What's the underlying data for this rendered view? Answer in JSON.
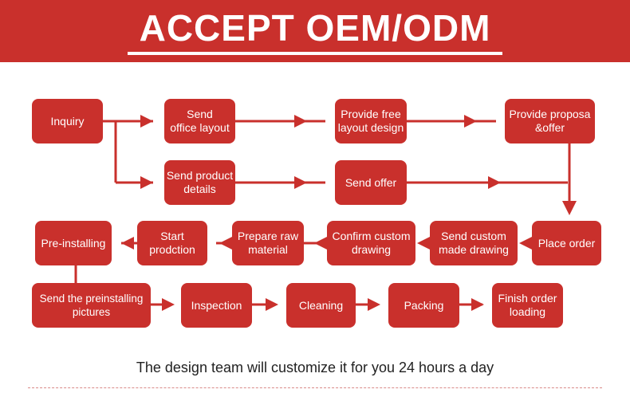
{
  "title": "ACCEPT OEM/ODM",
  "steps": {
    "inquiry": "Inquiry",
    "send_office_layout": "Send\noffice layout",
    "provide_free_layout": "Provide free\nlayout design",
    "provide_proposal": "Provide proposa\n&offer",
    "send_product_details": "Send product\ndetails",
    "send_offer": "Send offer",
    "place_order": "Place order",
    "send_custom_drawing": "Send custom\nmade drawing",
    "confirm_custom_drawing": "Confirm custom\ndrawing",
    "prepare_raw_material": "Prepare raw\nmaterial",
    "start_production": "Start\nprodction",
    "pre_installing": "Pre-installing",
    "send_preinstalling_pictures": "Send the preinstalling\npictures",
    "inspection": "Inspection",
    "cleaning": "Cleaning",
    "packing": "Packing",
    "finish_order_loading": "Finish order\nloading"
  },
  "footer": "The design team will customize it for you 24 hours a day",
  "colors": {
    "brand": "#c9302c",
    "background": "#ffffff"
  }
}
